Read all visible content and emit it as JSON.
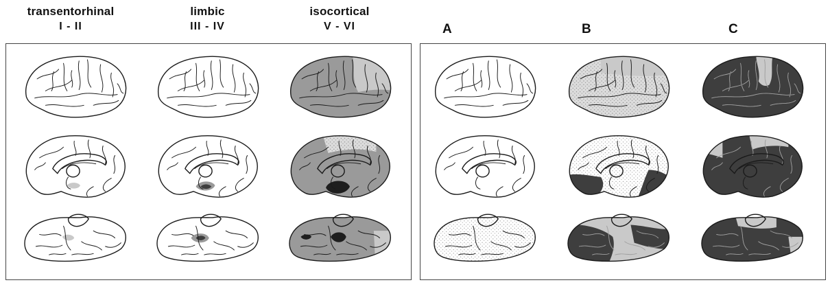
{
  "headers": [
    {
      "name": "transentorhinal",
      "stages": "I - II"
    },
    {
      "name": "limbic",
      "stages": "III - IV"
    },
    {
      "name": "isocortical",
      "stages": "V - VI"
    }
  ],
  "patterns": [
    "A",
    "B",
    "C"
  ],
  "colors": {
    "outline": "#1a1a1a",
    "light_gray": "#c9c9c9",
    "mid_gray": "#9a9a9a",
    "dark_gray": "#3e3e3e",
    "black_core": "#1e1e1e",
    "stipple": "#8a8a8a"
  }
}
